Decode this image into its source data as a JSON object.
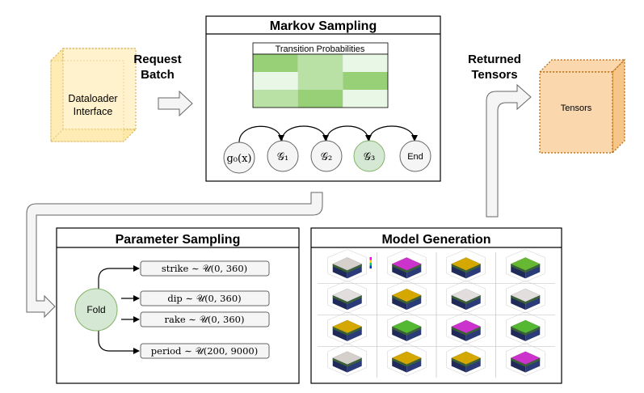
{
  "left_cube": {
    "line1": "Dataloader",
    "line2": "Interface"
  },
  "request_label": {
    "line1": "Request",
    "line2": "Batch"
  },
  "returned_label": {
    "line1": "Returned",
    "line2": "Tensors"
  },
  "right_cube": {
    "label": "Tensors"
  },
  "markov": {
    "title": "Markov Sampling",
    "table_title": "Transition Probabilities",
    "nodes": [
      "g₀(x)",
      "𝒢₁",
      "𝒢₂",
      "𝒢₃",
      "End"
    ]
  },
  "parameter": {
    "title": "Parameter Sampling",
    "root": "Fold",
    "params": [
      "strike ∼ 𝒰(0, 360)",
      "dip ∼ 𝒰(0, 360)",
      "rake ∼ 𝒰(0, 360)",
      "period ∼ 𝒰(200, 9000)"
    ]
  },
  "model": {
    "title": "Model Generation"
  },
  "colors": {
    "cube_yellow": "#fff2cc",
    "cube_orange": "#fad7ac",
    "node_green": "#d5e8d4",
    "node_green_border": "#82b366",
    "node_grey": "#f5f5f5",
    "heat_dark": "#97d077",
    "heat_mid": "#b9e0a5",
    "heat_light": "#e9f7e6"
  }
}
